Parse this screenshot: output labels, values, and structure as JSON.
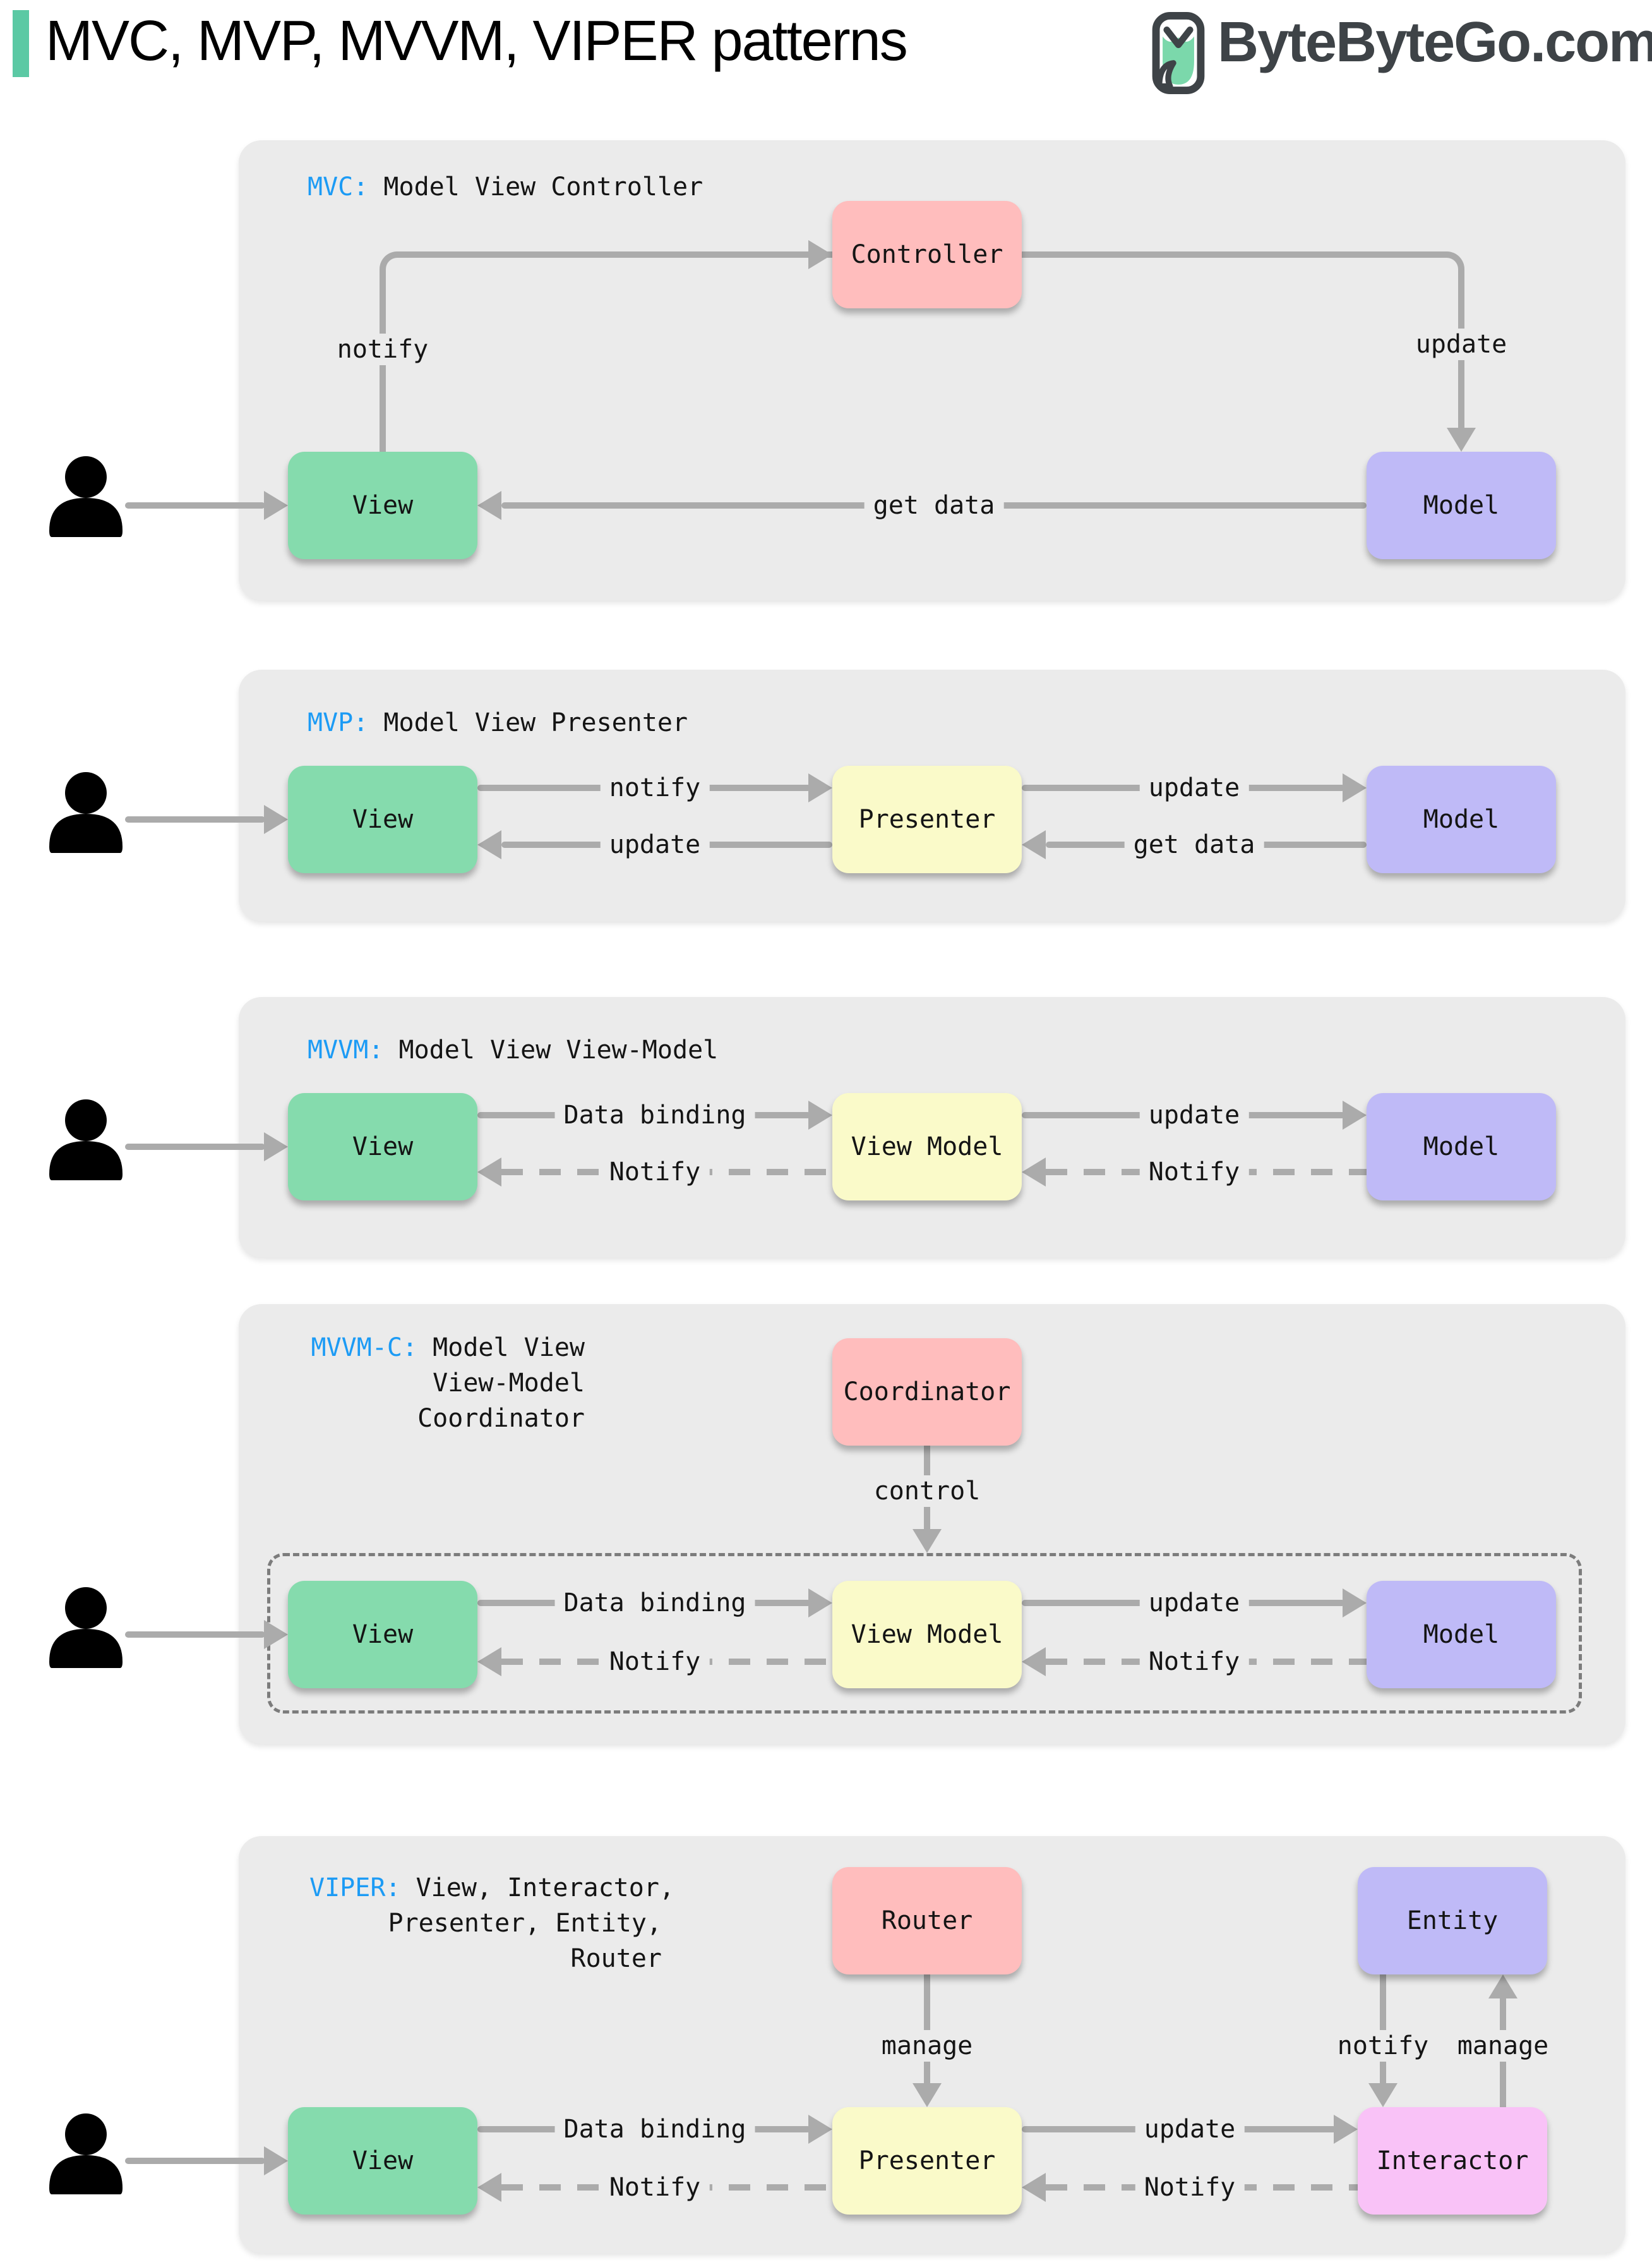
{
  "header": {
    "title": "MVC, MVP, MVVM, VIPER patterns",
    "brand": "ByteByteGo.com"
  },
  "colors": {
    "accent_teal": "#5BC9A4",
    "accent_blue": "#1C9BF5",
    "panel_bg": "#EBEBEB",
    "arrow_gray": "#ABABAB",
    "node_green": "#85DBAD",
    "node_pink": "#FFBDBD",
    "node_purple": "#BFBAF7",
    "node_yellow": "#FAFAC9",
    "node_magenta": "#F9C2F7",
    "brand_dark": "#3E4347"
  },
  "panels": [
    {
      "tag": "MVC:",
      "subtitle": "Model View Controller",
      "nodes": {
        "view": "View",
        "controller": "Controller",
        "model": "Model"
      },
      "labels": {
        "notify": "notify",
        "update": "update",
        "get_data": "get data"
      }
    },
    {
      "tag": "MVP:",
      "subtitle": "Model View Presenter",
      "nodes": {
        "view": "View",
        "presenter": "Presenter",
        "model": "Model"
      },
      "labels": {
        "notify": "notify",
        "update_left": "update",
        "update_right": "update",
        "get_data": "get data"
      }
    },
    {
      "tag": "MVVM:",
      "subtitle": "Model View View-Model",
      "nodes": {
        "view": "View",
        "view_model": "View Model",
        "model": "Model"
      },
      "labels": {
        "data_binding": "Data binding",
        "notify_left": "Notify",
        "update": "update",
        "notify_right": "Notify"
      }
    },
    {
      "tag": "MVVM-C:",
      "subtitle_lines": [
        "Model View",
        "View-Model",
        "Coordinator"
      ],
      "nodes": {
        "coordinator": "Coordinator",
        "view": "View",
        "view_model": "View Model",
        "model": "Model"
      },
      "labels": {
        "control": "control",
        "data_binding": "Data binding",
        "notify_left": "Notify",
        "update": "update",
        "notify_right": "Notify"
      }
    },
    {
      "tag": "VIPER:",
      "subtitle_lines": [
        "View, Interactor,",
        "Presenter, Entity,",
        "Router"
      ],
      "nodes": {
        "router": "Router",
        "entity": "Entity",
        "view": "View",
        "presenter": "Presenter",
        "interactor": "Interactor"
      },
      "labels": {
        "manage_router": "manage",
        "data_binding": "Data binding",
        "notify_view": "Notify",
        "update": "update",
        "notify_presenter": "Notify",
        "notify_entity": "notify",
        "manage_entity": "manage"
      }
    }
  ]
}
